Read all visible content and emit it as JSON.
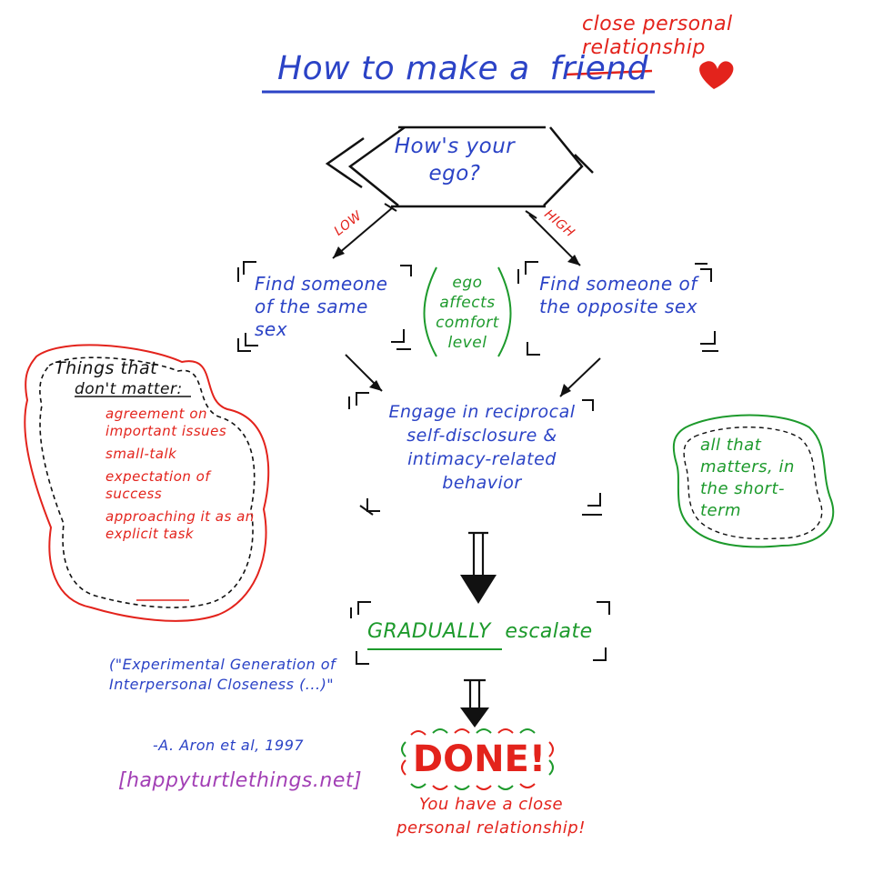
{
  "title": {
    "prefix": "How to make a",
    "struck_word": "friend",
    "replacement": "close personal relationship"
  },
  "decision": {
    "question": "How's your ego?",
    "low_label": "LOW",
    "high_label": "HIGH"
  },
  "branches": {
    "same": "Find someone of the same sex",
    "opposite": "Find someone of the opposite sex",
    "middle_note": "ego affects comfort level"
  },
  "engage": "Engage in reciprocal self-disclosure & intimacy-related behavior",
  "escalate": {
    "emphasis": "GRADUALLY",
    "rest": "escalate"
  },
  "done": {
    "label": "DONE!",
    "caption": "You have a close personal relationship!"
  },
  "dont_matter": {
    "heading_line1": "Things that",
    "heading_line2": "don't matter:",
    "items": [
      "agreement on important issues",
      "small-talk",
      "expectation of success",
      "approaching it as an explicit task"
    ]
  },
  "short_term_note": "all that matters, in the short-term",
  "citation": {
    "title": "(\"Experimental Generation of Interpersonal Closeness (...)\"",
    "author": "-A. Aron et al, 1997",
    "site": "[happyturtlethings.net]"
  },
  "colors": {
    "blue": "#2b43c6",
    "red": "#e3231c",
    "green": "#1d9a2c",
    "black": "#111111",
    "purple": "#a23fb5"
  }
}
